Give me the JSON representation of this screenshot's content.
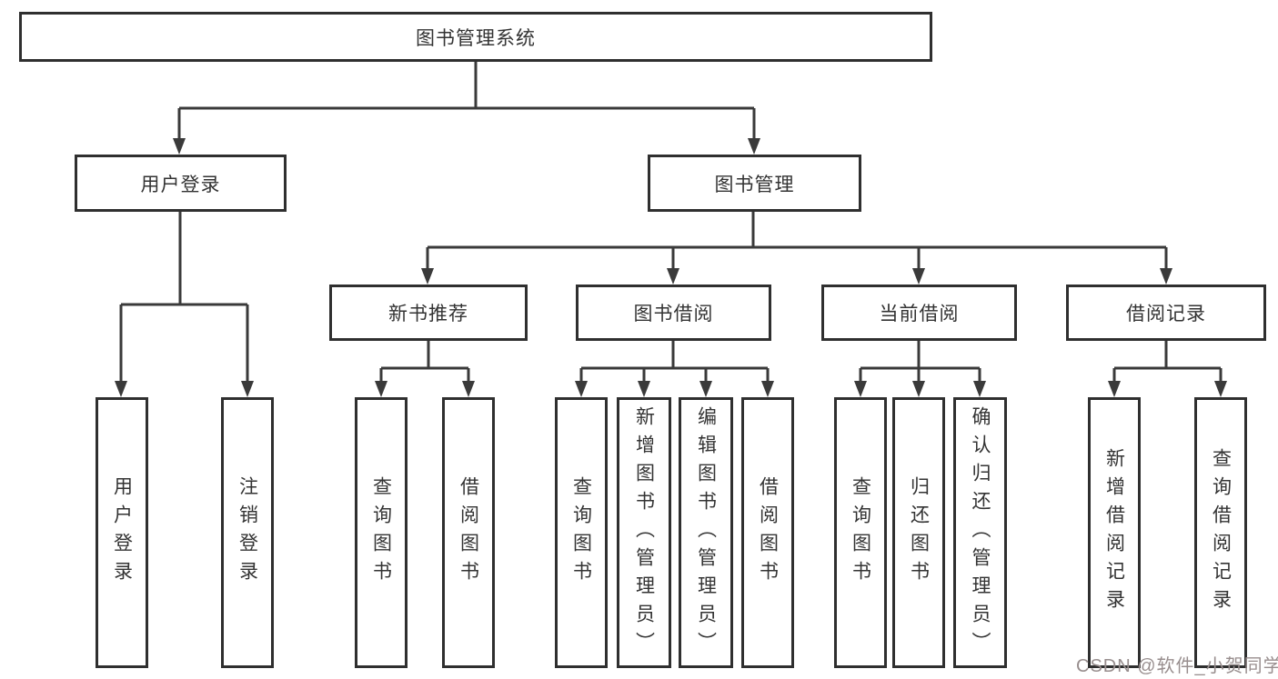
{
  "diagram": {
    "title": "图书管理系统",
    "root": {
      "label": "图书管理系统"
    },
    "level2": {
      "user_login": {
        "label": "用户登录"
      },
      "book_management": {
        "label": "图书管理"
      }
    },
    "level3": {
      "new_book_recommend": {
        "label": "新书推荐"
      },
      "book_borrow": {
        "label": "图书借阅"
      },
      "current_borrow": {
        "label": "当前借阅"
      },
      "borrow_records": {
        "label": "借阅记录"
      }
    },
    "leaves": {
      "user_login": [
        "用户登录",
        "注销登录"
      ],
      "new_book_recommend": [
        "查询图书",
        "借阅图书"
      ],
      "book_borrow": [
        "查询图书",
        "新增图书（管理员）",
        "编辑图书（管理员）",
        "借阅图书"
      ],
      "current_borrow": [
        "查询图书",
        "归还图书",
        "确认归还（管理员）"
      ],
      "borrow_records": [
        "新增借阅记录",
        "查询借阅记录"
      ]
    }
  },
  "watermark": {
    "text": "CSDN @软件_小贺同学"
  },
  "colors": {
    "line": "#3a3a3a",
    "box_border": "#2f2f2f",
    "text": "#333333",
    "watermark": "#988e8e",
    "background": "#ffffff"
  }
}
